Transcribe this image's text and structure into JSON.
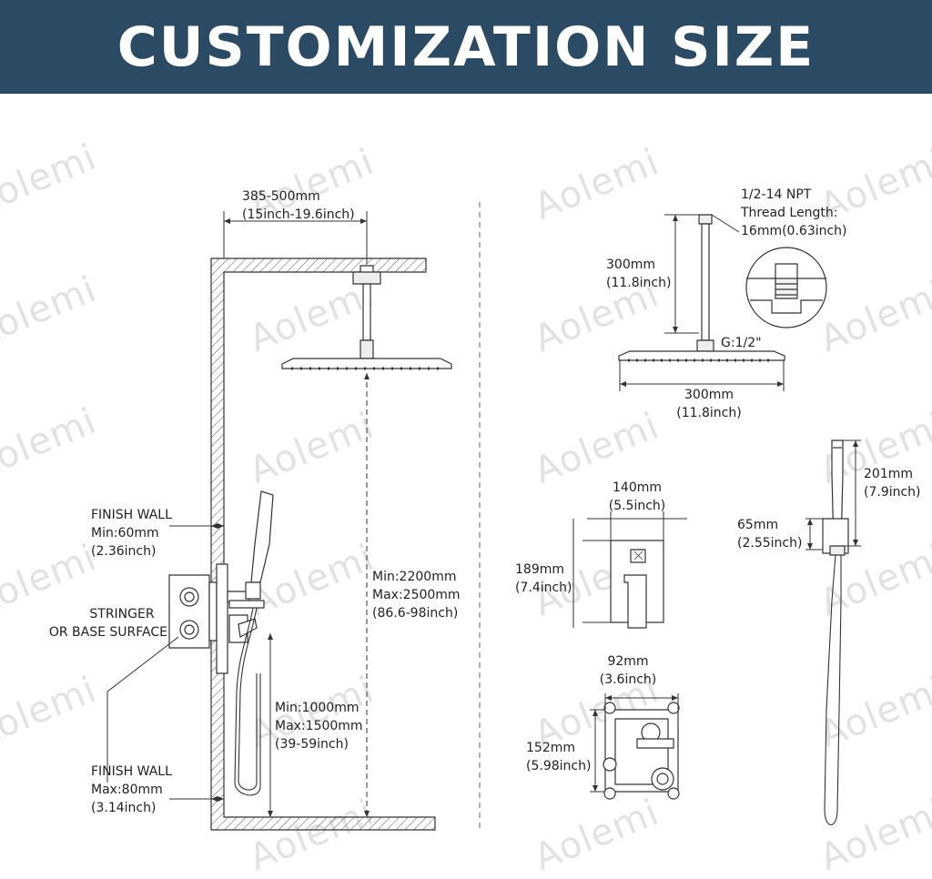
{
  "banner": {
    "title": "CUSTOMIZATION SIZE",
    "color": "#2b4a63"
  },
  "watermark": {
    "text": "Aolemi"
  },
  "left": {
    "arm_length": {
      "mm": "385-500mm",
      "inch": "(15inch-19.6inch)"
    },
    "finish_wall_min": {
      "title": "FINISH WALL",
      "mm": "Min:60mm",
      "inch": "(2.36inch)"
    },
    "stringer": {
      "line1": "STRINGER",
      "line2": "OR BASE SURFACE"
    },
    "finish_wall_max": {
      "title": "FINISH WALL",
      "mm": "Max:80mm",
      "inch": "(3.14inch)"
    },
    "head_height": {
      "min": "Min:2200mm",
      "max": "Max:2500mm",
      "inch": "(86.6-98inch)"
    },
    "valve_height": {
      "min": "Min:1000mm",
      "max": "Max:1500mm",
      "inch": "(39-59inch)"
    }
  },
  "right": {
    "thread": {
      "line1": "1/2-14 NPT",
      "line2": "Thread Length:",
      "line3": "16mm(0.63inch)"
    },
    "arm": {
      "mm": "300mm",
      "inch": "(11.8inch)"
    },
    "connector": "G:1/2\"",
    "head_width": {
      "mm": "300mm",
      "inch": "(11.8inch)"
    },
    "trim_width": {
      "mm": "140mm",
      "inch": "(5.5inch)"
    },
    "trim_height": {
      "mm": "189mm",
      "inch": "(7.4inch)"
    },
    "valve_width": {
      "mm": "92mm",
      "inch": "(3.6inch)"
    },
    "valve_height": {
      "mm": "152mm",
      "inch": "(5.98inch)"
    },
    "handheld_length": {
      "mm": "201mm",
      "inch": "(7.9inch)"
    },
    "holder_height": {
      "mm": "65mm",
      "inch": "(2.55inch)"
    }
  }
}
